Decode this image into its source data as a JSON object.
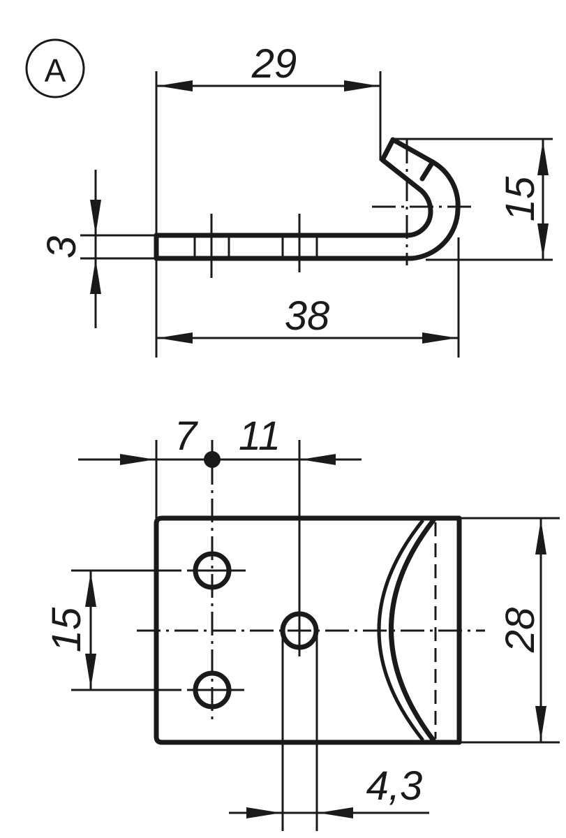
{
  "drawing": {
    "view_label": "A",
    "side_view": {
      "dim_horizontal_top": "29",
      "dim_horizontal_bottom": "38",
      "dim_vertical_right": "15",
      "dim_thickness": "3"
    },
    "top_view": {
      "dim_hole_offset": "7",
      "dim_hole_spacing_x": "11",
      "dim_hole_spacing_y": "15",
      "dim_width": "28",
      "dim_hole_diameter": "4,3"
    },
    "colors": {
      "line": "#1a1a1a",
      "background": "#ffffff"
    }
  }
}
